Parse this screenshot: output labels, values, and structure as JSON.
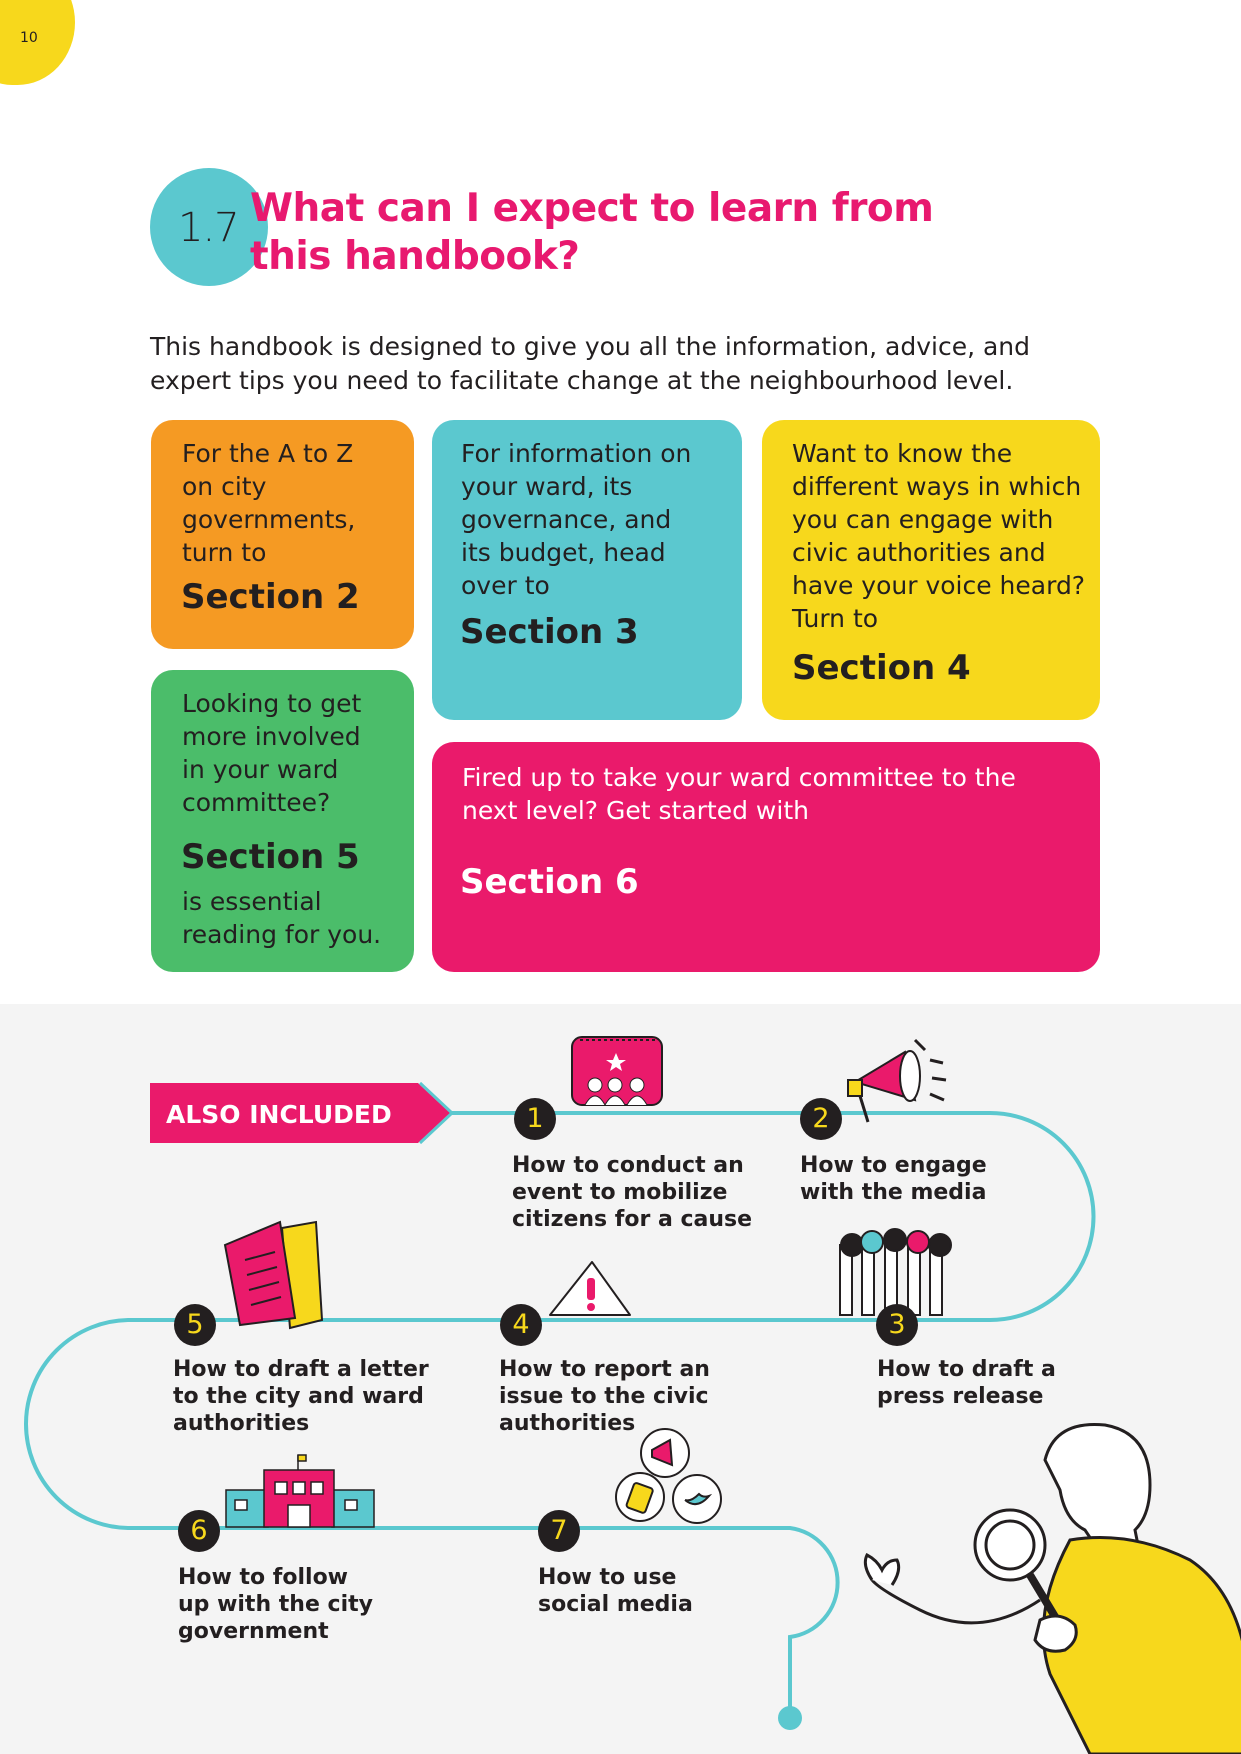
{
  "page": {
    "number": "10"
  },
  "heading": {
    "section_number": "1.7",
    "title": "What can I expect to learn from this handbook?"
  },
  "intro": "This handbook is designed to give you all the information, advice, and expert tips you need to facilitate change at the neighbourhood level.",
  "cards": {
    "card2": {
      "text": "For the A to Z on city governments, turn to",
      "section": "Section 2"
    },
    "card3": {
      "text": "For information on your ward, its governance, and its budget, head over to",
      "section": "Section 3"
    },
    "card4": {
      "text": "Want to know the different ways in which you can engage with civic authorities and have your voice heard? Turn to",
      "section": "Section 4"
    },
    "card5": {
      "text": "Looking to get more involved in your ward committee?",
      "section": "Section 5",
      "after": "is essential reading for you."
    },
    "card6": {
      "text": "Fired up to take your ward committee to the next level? Get started with",
      "section": "Section 6"
    }
  },
  "also_included": {
    "label": "ALSO INCLUDED",
    "steps": [
      {
        "num": "1",
        "text": "How to conduct an event to mobilize citizens for a cause"
      },
      {
        "num": "2",
        "text": "How to engage with the media"
      },
      {
        "num": "3",
        "text": "How to draft a press release"
      },
      {
        "num": "4",
        "text": "How to report an issue to the civic authorities"
      },
      {
        "num": "5",
        "text": "How to draft a letter to the city and ward authorities"
      },
      {
        "num": "6",
        "text": "How to follow up with the city government"
      },
      {
        "num": "7",
        "text": "How to use social media"
      }
    ]
  },
  "colors": {
    "pink": "#ea1a6b",
    "orange": "#f59a23",
    "teal": "#5bc8cf",
    "yellow": "#f7d81c",
    "green": "#4bbd6a",
    "dark": "#231f20"
  },
  "icons": [
    "event-calendar-icon",
    "megaphone-icon",
    "microphones-icon",
    "warning-icon",
    "letter-icon",
    "city-building-icon",
    "social-media-icon",
    "magnifying-glass-person-illustration"
  ]
}
